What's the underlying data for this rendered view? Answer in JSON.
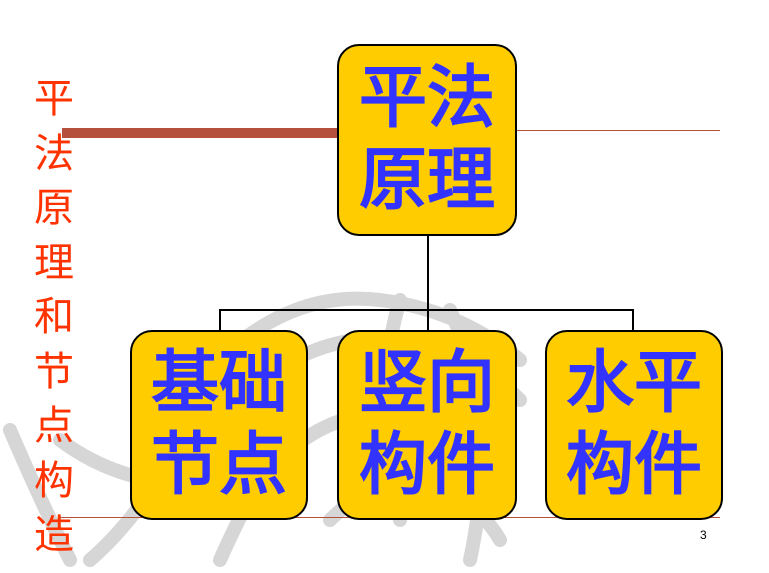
{
  "side_title": "平法原理和节点构造",
  "root": {
    "line1": "平法",
    "line2": "原理"
  },
  "children": [
    {
      "line1": "基础",
      "line2": "节点"
    },
    {
      "line1": "竖向",
      "line2": "构件"
    },
    {
      "line1": "水平",
      "line2": "构件"
    }
  ],
  "page_number": "3",
  "colors": {
    "box_fill": "#ffcc00",
    "box_text": "#3333ff",
    "side_title": "#ff3300",
    "accent_line": "#b5503c"
  }
}
